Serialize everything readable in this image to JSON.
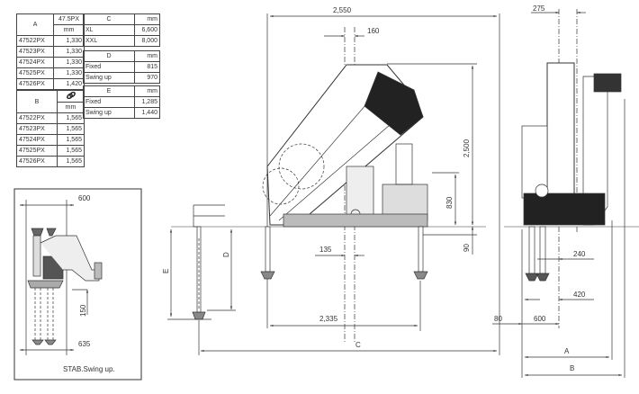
{
  "tables": {
    "a": {
      "header": "A",
      "unit_top": "47.5PX",
      "unit": "mm",
      "rows": [
        [
          "47522PX",
          "1,330"
        ],
        [
          "47523PX",
          "1,330"
        ],
        [
          "47524PX",
          "1,330"
        ],
        [
          "47525PX",
          "1,330"
        ],
        [
          "47526PX",
          "1,420"
        ]
      ]
    },
    "b": {
      "header": "B",
      "unit": "mm",
      "icon": "link-chain-icon",
      "rows": [
        [
          "47522PX",
          "1,565"
        ],
        [
          "47523PX",
          "1,565"
        ],
        [
          "47524PX",
          "1,565"
        ],
        [
          "47525PX",
          "1,565"
        ],
        [
          "47526PX",
          "1,565"
        ]
      ]
    },
    "c": {
      "header": "C",
      "unit": "mm",
      "rows": [
        [
          "XL",
          "6,600"
        ],
        [
          "XXL",
          "8,000"
        ]
      ]
    },
    "d": {
      "header": "D",
      "unit": "mm",
      "rows": [
        [
          "Fixed",
          "815"
        ],
        [
          "Swing up",
          "970"
        ]
      ]
    },
    "e": {
      "header": "E",
      "unit": "mm",
      "rows": [
        [
          "Fixed",
          "1,285"
        ],
        [
          "Swing up",
          "1,440"
        ]
      ]
    }
  },
  "side_view": {
    "dims": {
      "width_total": "2,550",
      "offset_top": "160",
      "height": "2,500",
      "base_height": "830",
      "below_ground": "90",
      "leg_offset": "135",
      "leg_span": "2,335",
      "c": "C",
      "d": "D",
      "e": "E"
    }
  },
  "front_view": {
    "dims": {
      "top_offset": "275",
      "d240": "240",
      "d420": "420",
      "d80": "80",
      "d600": "600",
      "a": "A",
      "b": "B"
    }
  },
  "inset": {
    "dims": {
      "top": "600",
      "bottom": "635",
      "height": "150"
    },
    "caption": "STAB.Swing up."
  }
}
